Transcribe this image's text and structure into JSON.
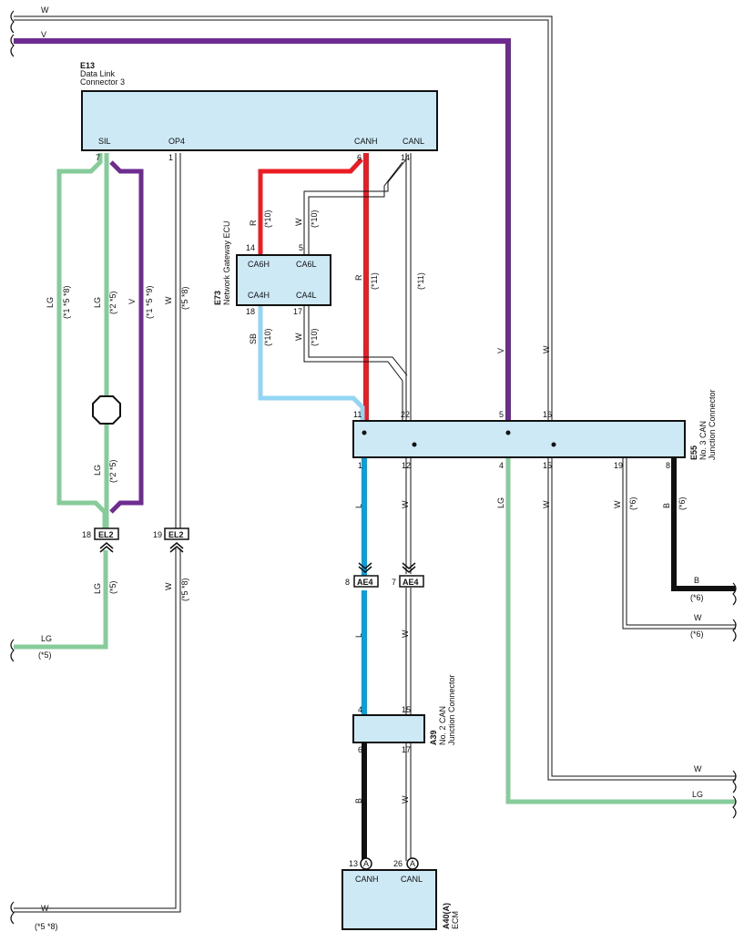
{
  "colors": {
    "white": "#ffffff",
    "violet": "#6e2c91",
    "light_green": "#86cb9a",
    "red": "#ec1c24",
    "sky_blue": "#92d6f3",
    "blue": "#00a2e3",
    "black": "#111111",
    "box_fill": "#cce9f5"
  },
  "components": {
    "e13": {
      "code": "E13",
      "name_line1": "Data Link",
      "name_line2": "Connector 3",
      "pins": {
        "sil": "SIL",
        "op4": "OP4",
        "canh": "CANH",
        "canl": "CANL"
      },
      "pin_nums": {
        "sil": "7",
        "op4": "1",
        "canh": "6",
        "canl": "14"
      }
    },
    "e73": {
      "code": "E73",
      "name": "Network Gateway ECU",
      "pins": {
        "ca6h": "CA6H",
        "ca6l": "CA6L",
        "ca4h": "CA4H",
        "ca4l": "CA4L"
      },
      "pin_nums": {
        "ca6h": "14",
        "ca6l": "5",
        "ca4h": "18",
        "ca4l": "17"
      }
    },
    "e55": {
      "code": "E55",
      "name_line1": "No. 3 CAN",
      "name_line2": "Junction Connector",
      "top_pins": [
        "11",
        "22",
        "5",
        "16"
      ],
      "bottom_pins": [
        "1",
        "12",
        "4",
        "15",
        "19",
        "8"
      ]
    },
    "a39": {
      "code": "A39",
      "name_line1": "No. 2 CAN",
      "name_line2": "Junction Connector",
      "top_pins": [
        "4",
        "15"
      ],
      "bottom_pins": [
        "6",
        "17"
      ]
    },
    "a40": {
      "code": "A40(A)",
      "name": "ECM",
      "pins": {
        "canh": "CANH",
        "canl": "CANL"
      },
      "pin_nums": {
        "canh": "13",
        "canl": "26"
      },
      "connector_mark": "A"
    }
  },
  "connectors": {
    "el2": {
      "label": "EL2",
      "pin_a": "18",
      "pin_b": "19"
    },
    "ae4": {
      "label": "AE4",
      "pin_a": "8",
      "pin_b": "7"
    }
  },
  "wire_labels": {
    "w": "W",
    "v": "V",
    "lg": "LG",
    "r": "R",
    "sb": "SB",
    "l": "L",
    "b": "B"
  },
  "notes": {
    "n1_5_8": "(*1 *5 *8)",
    "n2_5": "(*2 *5)",
    "n1_5_9": "(*1 *5 *9)",
    "n5_8": "(*5 *8)",
    "n10": "(*10)",
    "n11": "(*11)",
    "n5": "(*5)",
    "n6": "(*6)"
  }
}
